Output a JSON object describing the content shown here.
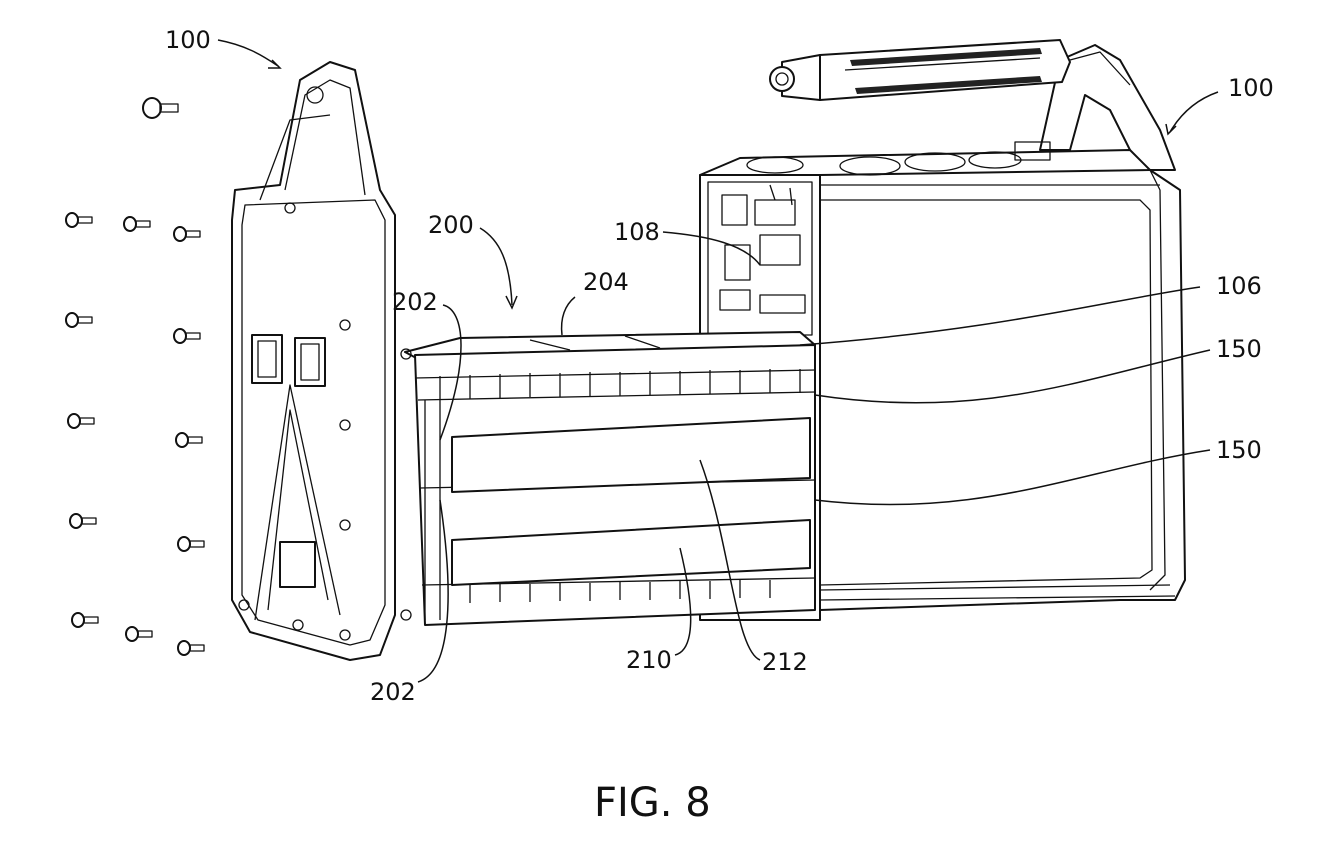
{
  "figure": {
    "caption": "FIG. 8",
    "reference_numerals": {
      "case_left": "100",
      "case_right": "100",
      "battery_pack": "200",
      "end_plate_top": "202",
      "end_plate_bottom": "202",
      "top_bus": "204",
      "pcb": "108",
      "connector": "106",
      "slot_upper": "150",
      "slot_lower": "150",
      "lower_label": "210",
      "upper_label": "212"
    }
  }
}
